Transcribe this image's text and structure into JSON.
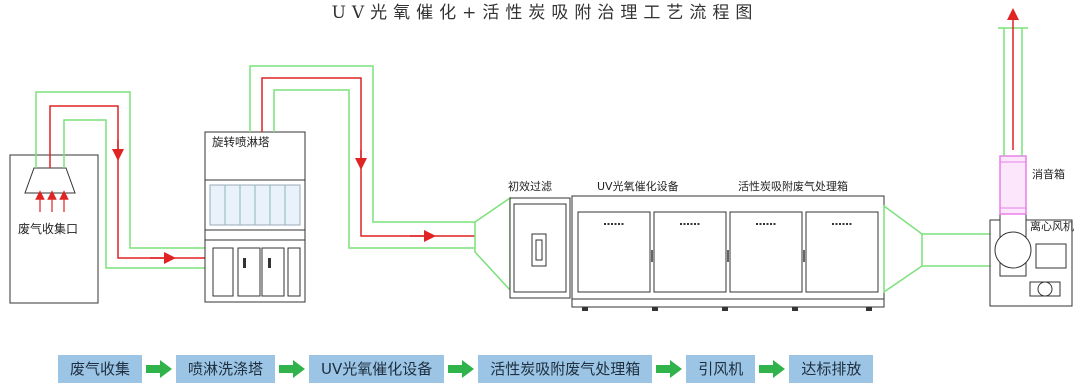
{
  "title": "UV光氧催化+活性炭吸附治理工艺流程图",
  "labels": {
    "collector": "废气收集口",
    "spray_tower": "旋转喷淋塔",
    "primary_filter": "初效过滤",
    "uv_device": "UV光氧催化设备",
    "carbon_box": "活性炭吸附废气处理箱",
    "silencer": "消音箱",
    "fan": "离心风机"
  },
  "flow_steps": [
    "废气收集",
    "喷淋洗涤塔",
    "UV光氧催化设备",
    "活性炭吸附废气处理箱",
    "引风机",
    "达标排放"
  ],
  "colors": {
    "pipe_outer": "#7be27b",
    "pipe_inner": "#e02424",
    "step_bg": "#9cc4e4",
    "flow_arrow": "#2fb34a",
    "silencer": "#e880e8",
    "glass": "#bcd8ef"
  }
}
